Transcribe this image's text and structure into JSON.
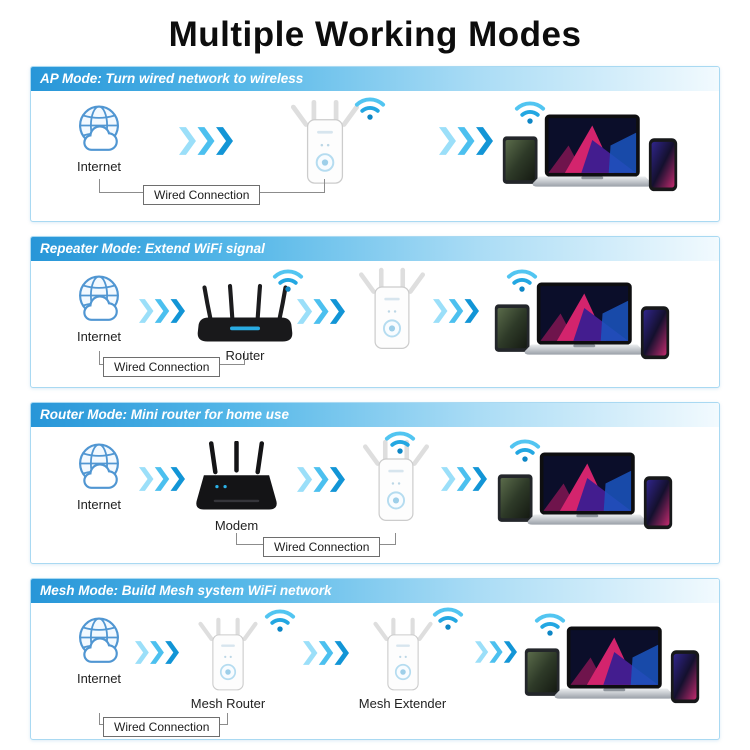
{
  "title": "Multiple Working Modes",
  "colors": {
    "accent_blue": "#29abe2",
    "header_gradient_start": "#2796d8",
    "header_gradient_end": "#f2fafe",
    "panel_border": "#a9d9f2"
  },
  "icons": {
    "internet": "globe-cloud-icon",
    "arrows": "chevron-right-triple-icon",
    "wifi": "wifi-signal-icon",
    "extender": "wifi-extender-device",
    "router": "router-device",
    "modem": "modem-device",
    "clients": "tablet-laptop-phone-devices"
  },
  "sections": [
    {
      "header": "AP Mode: Turn wired network to wireless",
      "internet_label": "Internet",
      "wired_label": "Wired Connection"
    },
    {
      "header": "Repeater Mode: Extend WiFi signal",
      "internet_label": "Internet",
      "router_label": "Router",
      "wired_label": "Wired Connection"
    },
    {
      "header": "Router Mode: Mini router for home use",
      "internet_label": "Internet",
      "modem_label": "Modem",
      "wired_label": "Wired Connection"
    },
    {
      "header": "Mesh Mode: Build Mesh system WiFi network",
      "internet_label": "Internet",
      "mesh_router_label": "Mesh Router",
      "mesh_extender_label": "Mesh Extender",
      "wired_label": "Wired Connection"
    }
  ]
}
